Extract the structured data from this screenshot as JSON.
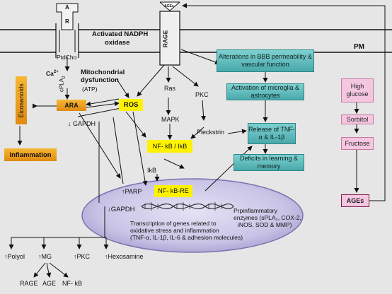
{
  "membrane": {
    "receptor_a": "A",
    "receptor_r": "R",
    "lipid": "PtdCho",
    "enzyme_line1": "Activated NADPH",
    "enzyme_line2": "oxidase",
    "rage": "RAGE",
    "ages_top": "AGEs",
    "pm": "PM"
  },
  "left": {
    "ca": "Ca",
    "ca_sup": "2+",
    "cpla2": "cPLA",
    "cpla2_sub": "2",
    "mito_line1": "Mitochondrial",
    "mito_line2": "dysfunction",
    "atp": "(ATP)",
    "ara": "ARA",
    "ros": "ROS",
    "eicosanoids": "Eicosanoids",
    "inflammation": "Inflammation",
    "gapdh_top": "GAPDH",
    "parp": "PARP",
    "gapdh_bottom": "GAPDH"
  },
  "middle": {
    "ras": "Ras",
    "mapk": "MAPK",
    "pkc": "PKC",
    "pleckstrin": "Pleckstrin",
    "nfkb": "NF- kB / IkB",
    "ikb": "IkB",
    "nfkb_re": "NF- kB-RE"
  },
  "teal_boxes": {
    "bbb": "Alterations in BBB permeability & vascular function",
    "microglia": "Activation of microglia & astrocytes",
    "tnf": "Release of TNF-α & IL-1β",
    "deficits": "Deficits in learning & memory"
  },
  "polyol_pathway": {
    "high_glucose": "High glucose",
    "sorbitol": "Sorbitol",
    "fructose": "Fructose",
    "ages": "AGEs"
  },
  "nucleus": {
    "enz_line1": "Prpinflammatory",
    "enz_line2": "enzymes (sPLA₂, COX-2,",
    "enz_line3": "iNOS, SOD & MMP)",
    "tx_line1": "Transcription of genes related to",
    "tx_line2": "oxidative stress and inflammation",
    "tx_line3": "(TNF-α, IL-1β, IL-6 & adhesion molecules)"
  },
  "bottom": {
    "polyol": "Polyol",
    "mg": "MG",
    "pkc": "PKC",
    "hexosamine": "Hexosamine",
    "rage": "RAGE",
    "age": "AGE",
    "nfkb": "NF- kB"
  }
}
